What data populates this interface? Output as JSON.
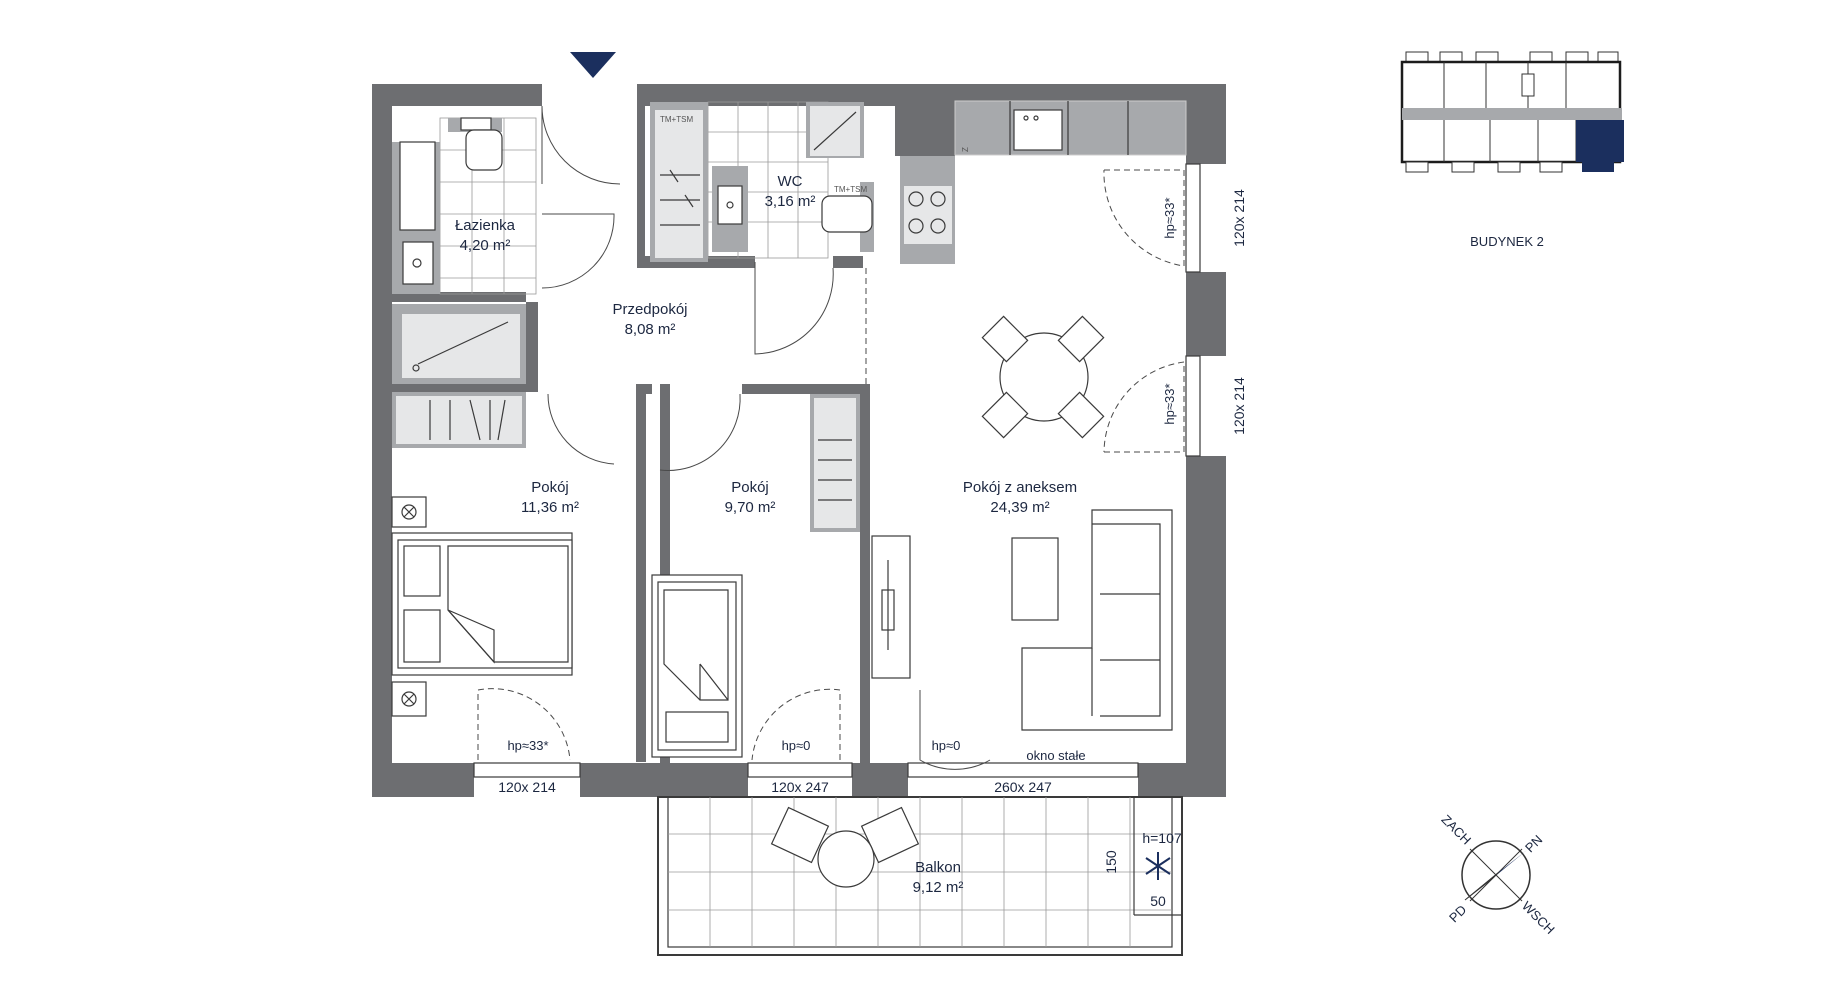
{
  "rooms": {
    "lazienka": {
      "name": "Łazienka",
      "area": "4,20 m²"
    },
    "wc": {
      "name": "WC",
      "area": "3,16 m²"
    },
    "przedpokoj": {
      "name": "Przedpokój",
      "area": "8,08 m²"
    },
    "pokoj1": {
      "name": "Pokój",
      "area": "11,36 m²"
    },
    "pokoj2": {
      "name": "Pokój",
      "area": "9,70 m²"
    },
    "pokoj_aneks": {
      "name": "Pokój z aneksem",
      "area": "24,39 m²"
    },
    "balkon": {
      "name": "Balkon",
      "area": "9,12 m²"
    }
  },
  "labels": {
    "tm_tsm": "TM+TSM",
    "fridge": "Z",
    "hp33": "hp≈33*",
    "hp0": "hp≈0",
    "okno_stale": "okno stałe",
    "h107": "h=107",
    "dim150": "150",
    "dim50": "50"
  },
  "windows": {
    "bottom_left": "120x 214",
    "bottom_mid": "120x 247",
    "bottom_right": "260x 247",
    "right_top": "120x 214",
    "right_bottom": "120x 214"
  },
  "building": {
    "label": "BUDYNEK 2"
  },
  "compass": {
    "zach": "ZACH",
    "pn": "PN",
    "pd": "PD",
    "wsch": "WSCH"
  },
  "colors": {
    "accent": "#1b2f5e",
    "wall": "#6d6e71",
    "fixture": "#a7a9ac"
  }
}
